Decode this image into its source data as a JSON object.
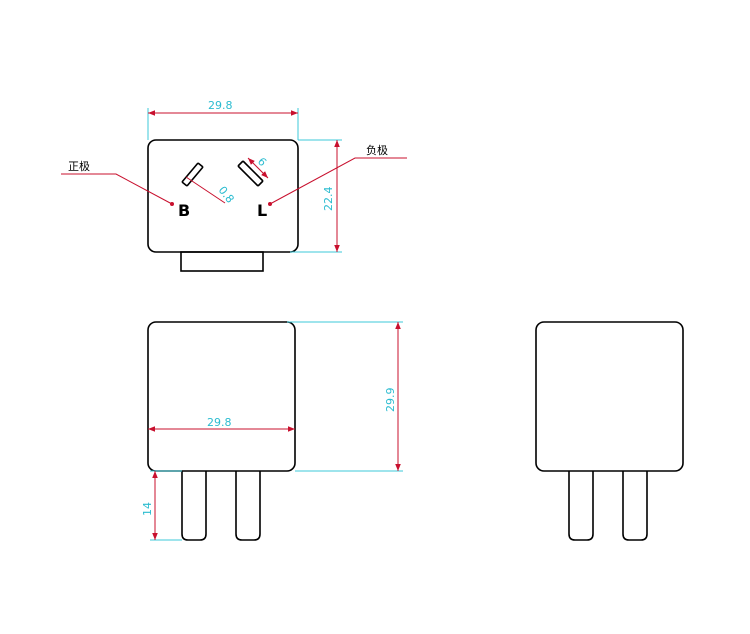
{
  "top_view": {
    "width_dim": "29.8",
    "height_dim": "22.4",
    "blade_width_dim": "6",
    "blade_thickness_dim": "0.8",
    "terminal_b": "B",
    "terminal_l": "L",
    "label_positive": "正极",
    "label_negative": "负极"
  },
  "front_view": {
    "width_dim": "29.8",
    "height_dim": "29.9",
    "pin_length_dim": "14"
  },
  "colors": {
    "outline": "#000000",
    "dimension_line": "#c8102e",
    "extension_line": "#3cc8d8",
    "dimension_text": "#2bbcd0"
  }
}
